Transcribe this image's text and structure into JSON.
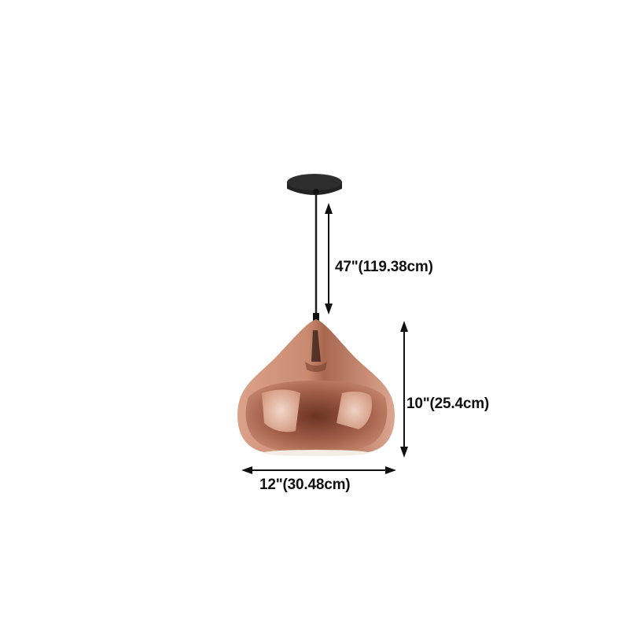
{
  "product": {
    "type": "pendant light",
    "finish_color": "#c98a70",
    "canopy_color": "#2a2a2a",
    "cord_color": "#1e1e1e"
  },
  "dimensions": {
    "cord_length": "47\"(119.38cm)",
    "shade_height": "10\"(25.4cm)",
    "shade_width": "12\"(30.48cm)"
  },
  "colors": {
    "background": "#ffffff",
    "annotation": "#111111"
  }
}
